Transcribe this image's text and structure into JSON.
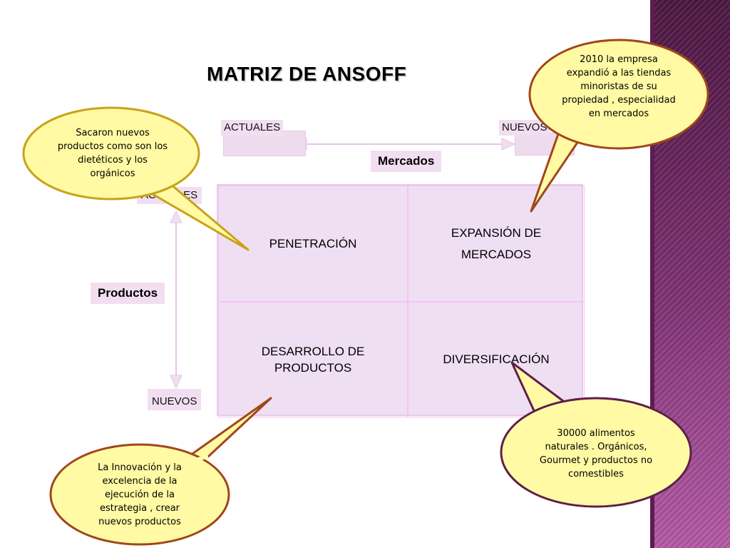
{
  "title": "MATRIZ  DE ANSOFF",
  "markets_axis": {
    "label": "Mercados",
    "left": "ACTUALES",
    "right": "NUEVOS"
  },
  "products_axis": {
    "label": "Productos",
    "top": "ACTUALES",
    "bottom": "NUEVOS"
  },
  "matrix": {
    "penetracion": "PENETRACIÓN",
    "expansion": "EXPANSIÓN DE MERCADOS",
    "desarrollo": "DESARROLLO DE PRODUCTOS",
    "diversificacion": "DIVERSIFICACIÓN"
  },
  "callouts": {
    "penetracion_note": "Sacaron nuevos productos como son los dietéticos y los orgánicos",
    "expansion_note": "2010 la empresa expandió a las tiendas minoristas de su propiedad , especialidad en mercados",
    "desarrollo_note": "La Innovación y la excelencia de la ejecución de la estrategia , crear nuevos productos",
    "diversificacion_note": "30000 alimentos naturales . Orgánicos, Gourmet y productos no comestibles"
  },
  "colors": {
    "callout_fill": "#fffaa3",
    "callout_border_gold": "#c9a21a",
    "callout_border_brown": "#a0461c",
    "callout_border_purple": "#5e1f4a",
    "matrix_fill": "#efdff2",
    "accent_purple": "#7a2e6e"
  }
}
